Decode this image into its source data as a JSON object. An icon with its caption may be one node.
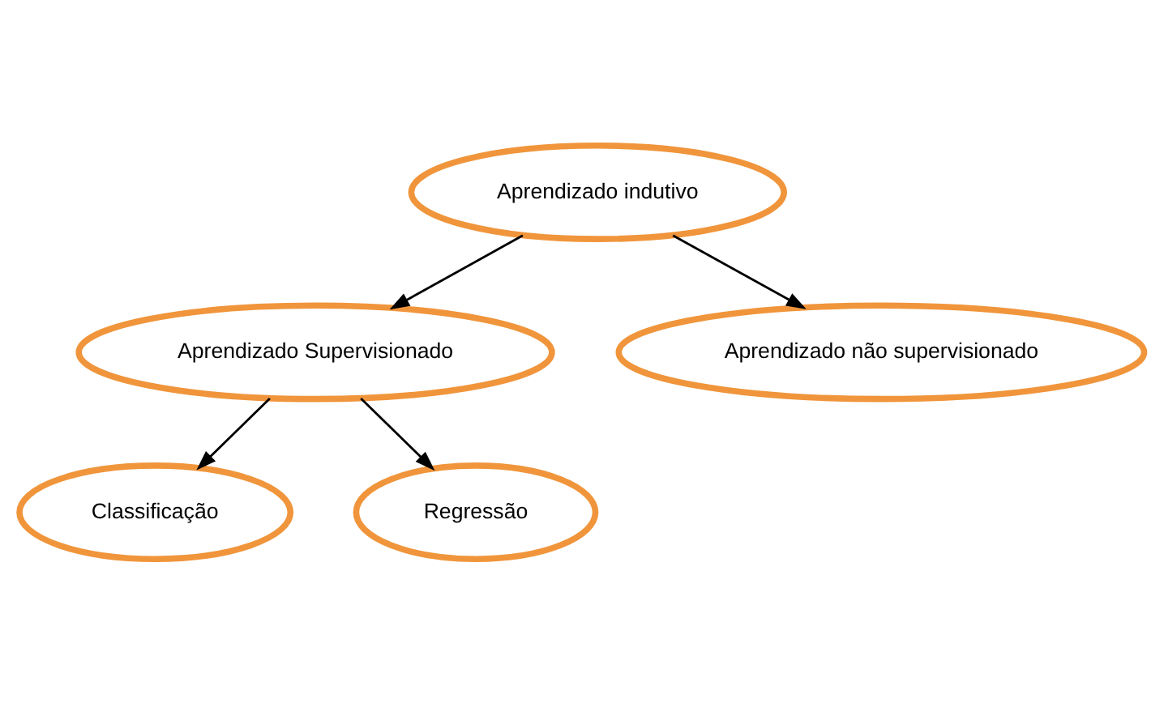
{
  "diagram": {
    "nodes": [
      {
        "text": [
          "Aprendizado indutivo"
        ]
      },
      {
        "text": [
          "Aprendizado Supervisionado"
        ]
      },
      {
        "text": [
          "Aprendizado não supervisionado"
        ]
      },
      {
        "text": [
          "Classificação"
        ]
      },
      {
        "text": [
          "Regressão"
        ]
      }
    ],
    "edges": [
      {
        "from": 0,
        "to": 1,
        "arrow": "to"
      },
      {
        "from": 0,
        "to": 2,
        "arrow": "to"
      },
      {
        "from": 1,
        "to": 3,
        "arrow": "to"
      },
      {
        "from": 1,
        "to": 4,
        "arrow": "to"
      }
    ]
  }
}
